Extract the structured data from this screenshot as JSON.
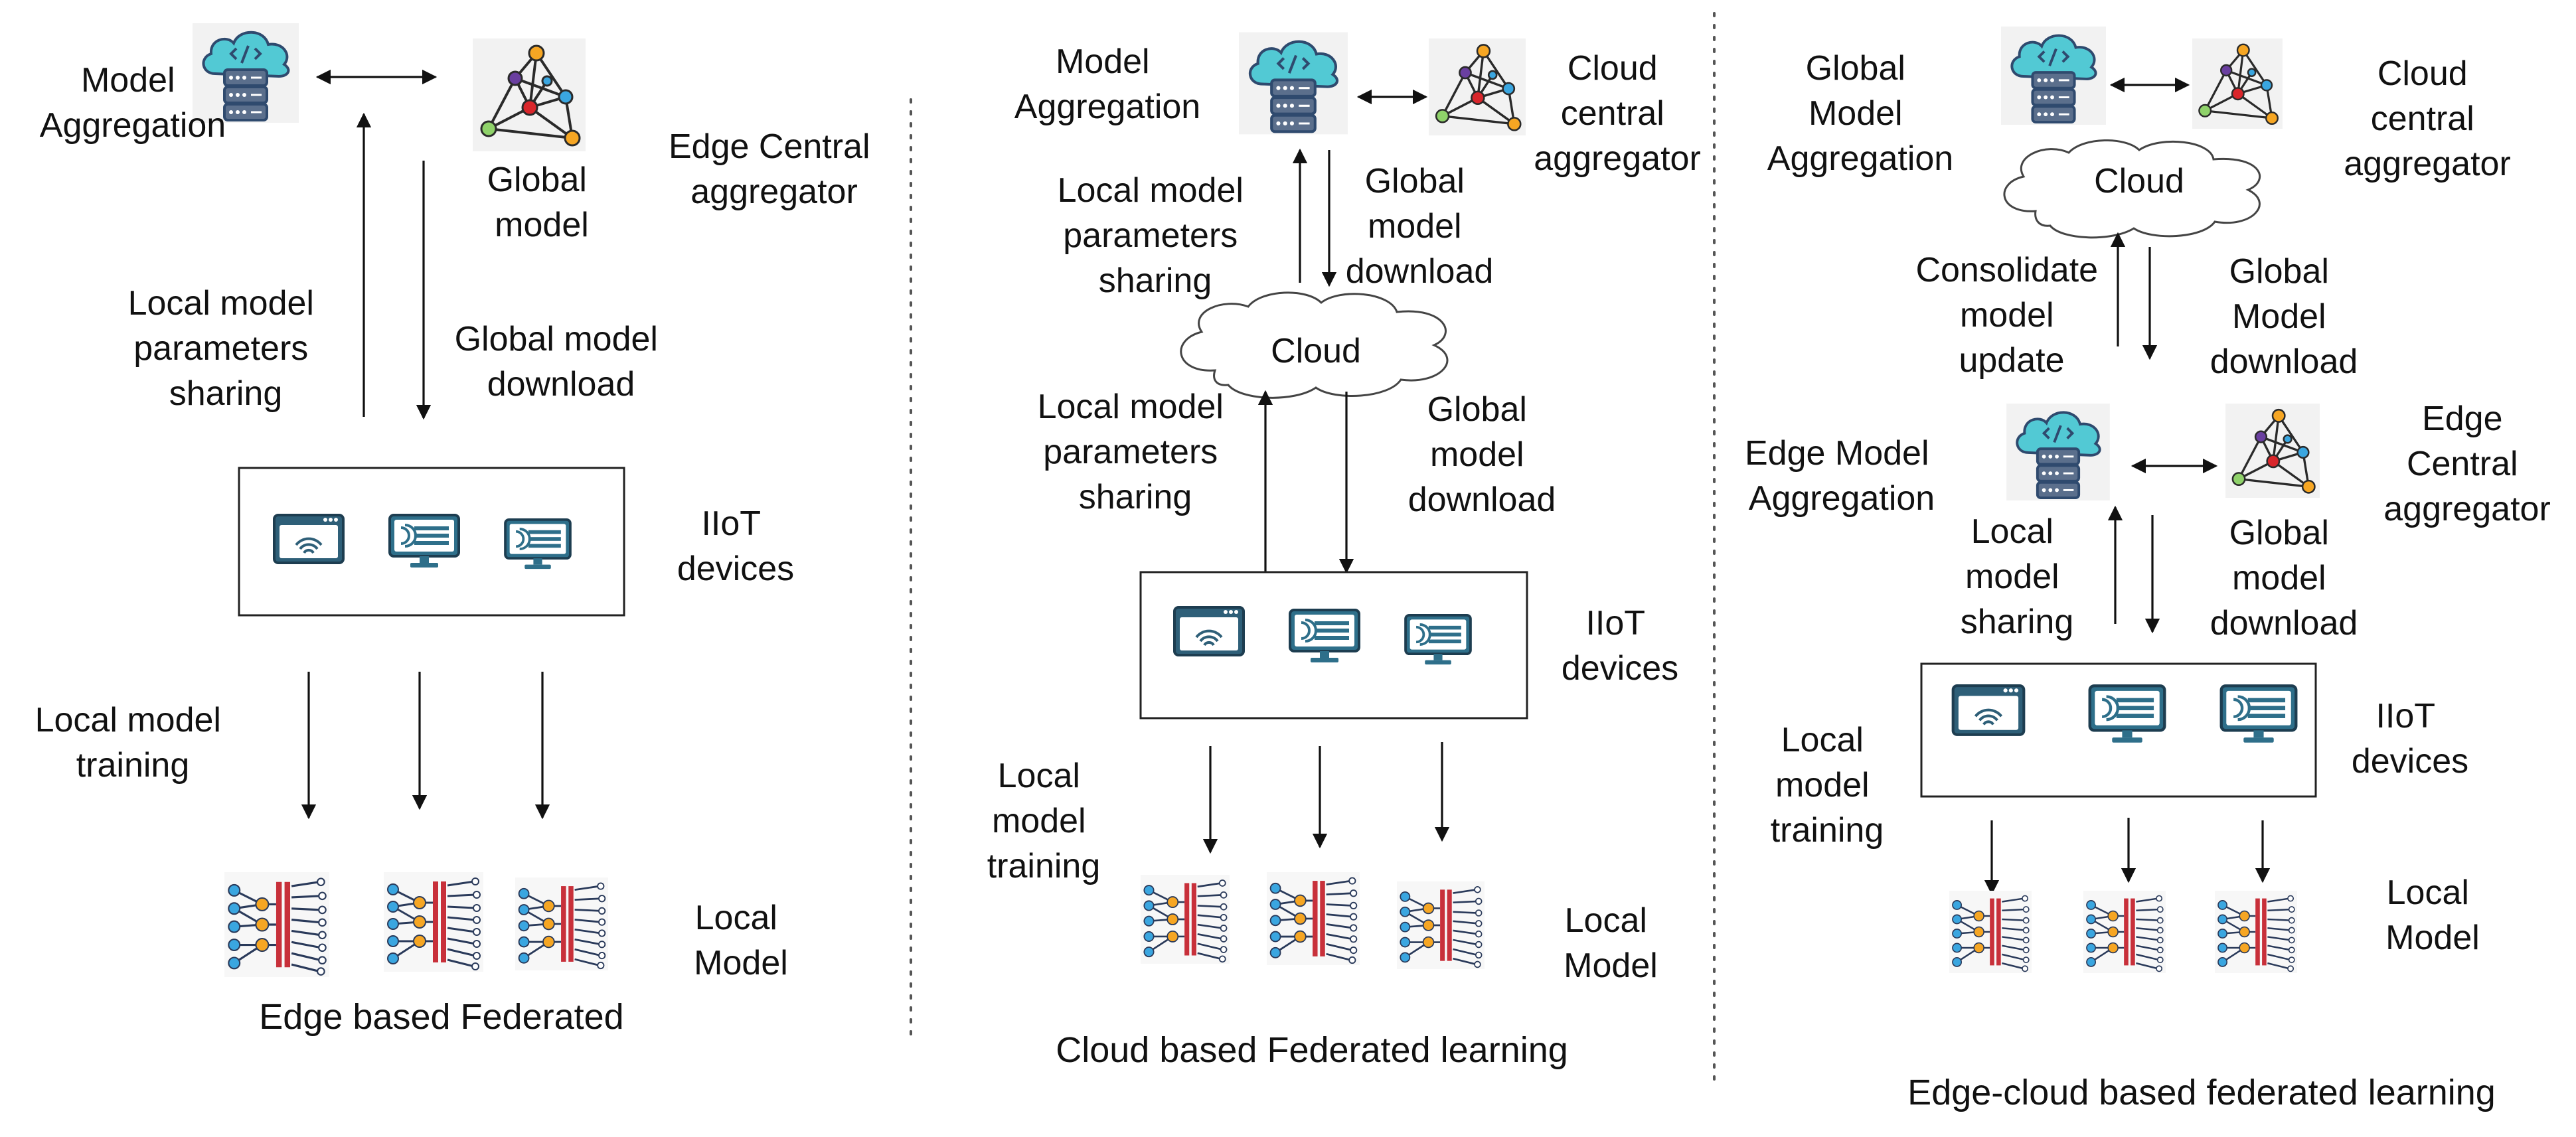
{
  "colors": {
    "cloud_icon_teal": "#52c9d4",
    "server_navy": "#2f4a6e",
    "node_orange": "#f6a623",
    "node_blue": "#3aa6e0",
    "node_green": "#8fd26a",
    "node_red": "#d9262b",
    "node_purple": "#6a3fa0",
    "chip_red": "#c8303a"
  },
  "icons": {
    "server": "cloud-server-icon",
    "network": "global-model-network-icon",
    "wifi_monitor": "wifi-monitor-icon",
    "iot_monitor": "iot-terminal-icon",
    "neural": "neural-network-icon"
  },
  "panel_edge": {
    "model_aggregation": [
      "Model",
      "Aggregation"
    ],
    "global_model": [
      "Global",
      "model"
    ],
    "edge_central_aggregator": [
      "Edge Central",
      "aggregator"
    ],
    "local_params_sharing": [
      "Local model",
      "parameters",
      "sharing"
    ],
    "global_model_download": [
      "Global model",
      "download"
    ],
    "iiot_devices": [
      "IIoT",
      "devices"
    ],
    "local_model_training": [
      "Local model",
      "training"
    ],
    "local_model": [
      "Local",
      "Model"
    ],
    "caption": "Edge based Federated"
  },
  "panel_cloud": {
    "model_aggregation": [
      "Model",
      "Aggregation"
    ],
    "cloud_central_aggregator": [
      "Cloud",
      "central",
      "aggregator"
    ],
    "local_params_sharing_top": [
      "Local model",
      "parameters",
      "sharing"
    ],
    "global_model_download_top": [
      "Global",
      "model",
      "download"
    ],
    "cloud": "Cloud",
    "local_params_sharing_bottom": [
      "Local model",
      "parameters",
      "sharing"
    ],
    "global_model_download_bottom": [
      "Global",
      "model",
      "download"
    ],
    "iiot_devices": [
      "IIoT",
      "devices"
    ],
    "local_model_training": [
      "Local",
      "model",
      "training"
    ],
    "local_model": [
      "Local",
      "Model"
    ],
    "caption": "Cloud  based Federated learning"
  },
  "panel_edge_cloud": {
    "global_model_aggregation": [
      "Global",
      "Model",
      "Aggregation"
    ],
    "cloud_central_aggregator": [
      "Cloud",
      "central",
      "aggregator"
    ],
    "cloud": "Cloud",
    "consolidate_model_update": [
      "Consolidate",
      "model",
      "update"
    ],
    "global_model_download_top": [
      "Global",
      "Model",
      "download"
    ],
    "edge_model_aggregation": [
      "Edge Model",
      "Aggregation"
    ],
    "edge_central_aggregator": [
      "Edge",
      "Central",
      "aggregator"
    ],
    "local_model_sharing": [
      "Local",
      "model",
      "sharing"
    ],
    "global_model_download_bottom": [
      "Global",
      "model",
      "download"
    ],
    "iiot_devices": [
      "IIoT",
      "devices"
    ],
    "local_model_training": [
      "Local",
      "model",
      "training"
    ],
    "local_model": [
      "Local",
      "Model"
    ],
    "caption": "Edge-cloud based federated learning"
  }
}
